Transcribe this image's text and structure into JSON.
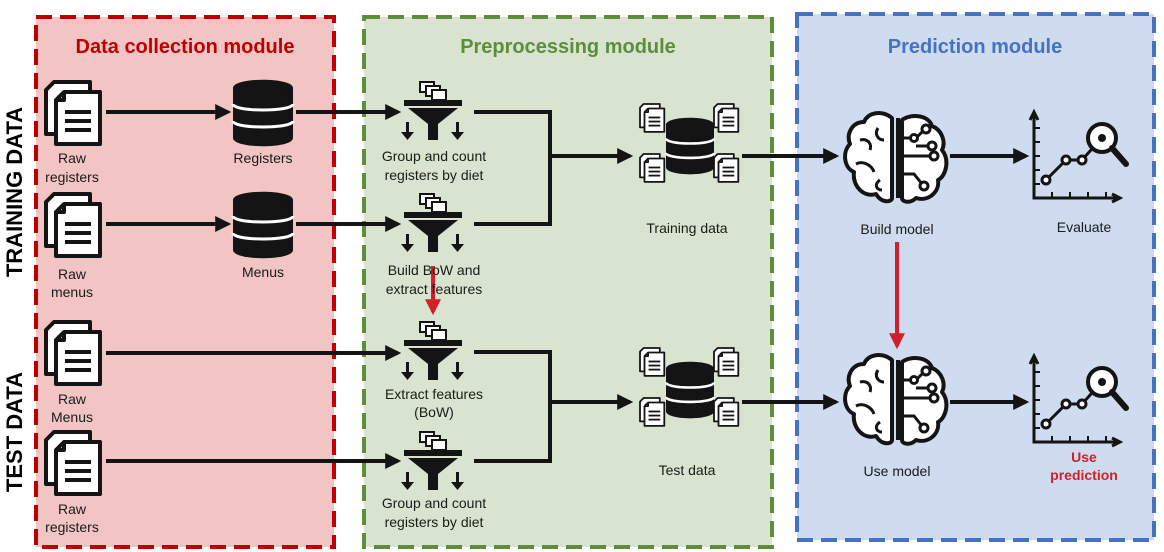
{
  "modules": {
    "data_collection": "Data collection module",
    "preprocessing": "Preprocessing module",
    "prediction": "Prediction module"
  },
  "side_labels": {
    "training": "TRAINING DATA",
    "test": "TEST DATA"
  },
  "raw_docs": {
    "raw_registers_1": [
      "Raw",
      "registers"
    ],
    "raw_menus_1": [
      "Raw",
      "menus"
    ],
    "raw_menus_2": [
      "Raw",
      "Menus"
    ],
    "raw_registers_2": [
      "Raw",
      "registers"
    ]
  },
  "databases": {
    "registers": "Registers",
    "menus": "Menus"
  },
  "filters": {
    "group_count_train": [
      "Group and count",
      "registers by diet"
    ],
    "build_bow": [
      "Build BoW and",
      "extract features"
    ],
    "extract_bow": [
      "Extract features",
      "(BoW)"
    ],
    "group_count_test": [
      "Group and count",
      "registers by diet"
    ]
  },
  "datasets": {
    "training": "Training data",
    "test": "Test data"
  },
  "models": {
    "build": "Build model",
    "use": "Use model"
  },
  "outputs": {
    "evaluate": "Evaluate",
    "use_prediction": [
      "Use",
      "prediction"
    ]
  },
  "colors": {
    "red_fill": "#f2c4c4",
    "red_border": "#c00000",
    "red_title": "#c00000",
    "green_fill": "#d8e4cf",
    "green_border": "#5b8f3a",
    "green_title": "#5b8f3a",
    "blue_fill": "#cfdcf0",
    "blue_border": "#4472c4",
    "blue_title": "#4472c4",
    "arrow": "#141414",
    "red_arrow": "#d0202a",
    "icon": "#141414"
  }
}
